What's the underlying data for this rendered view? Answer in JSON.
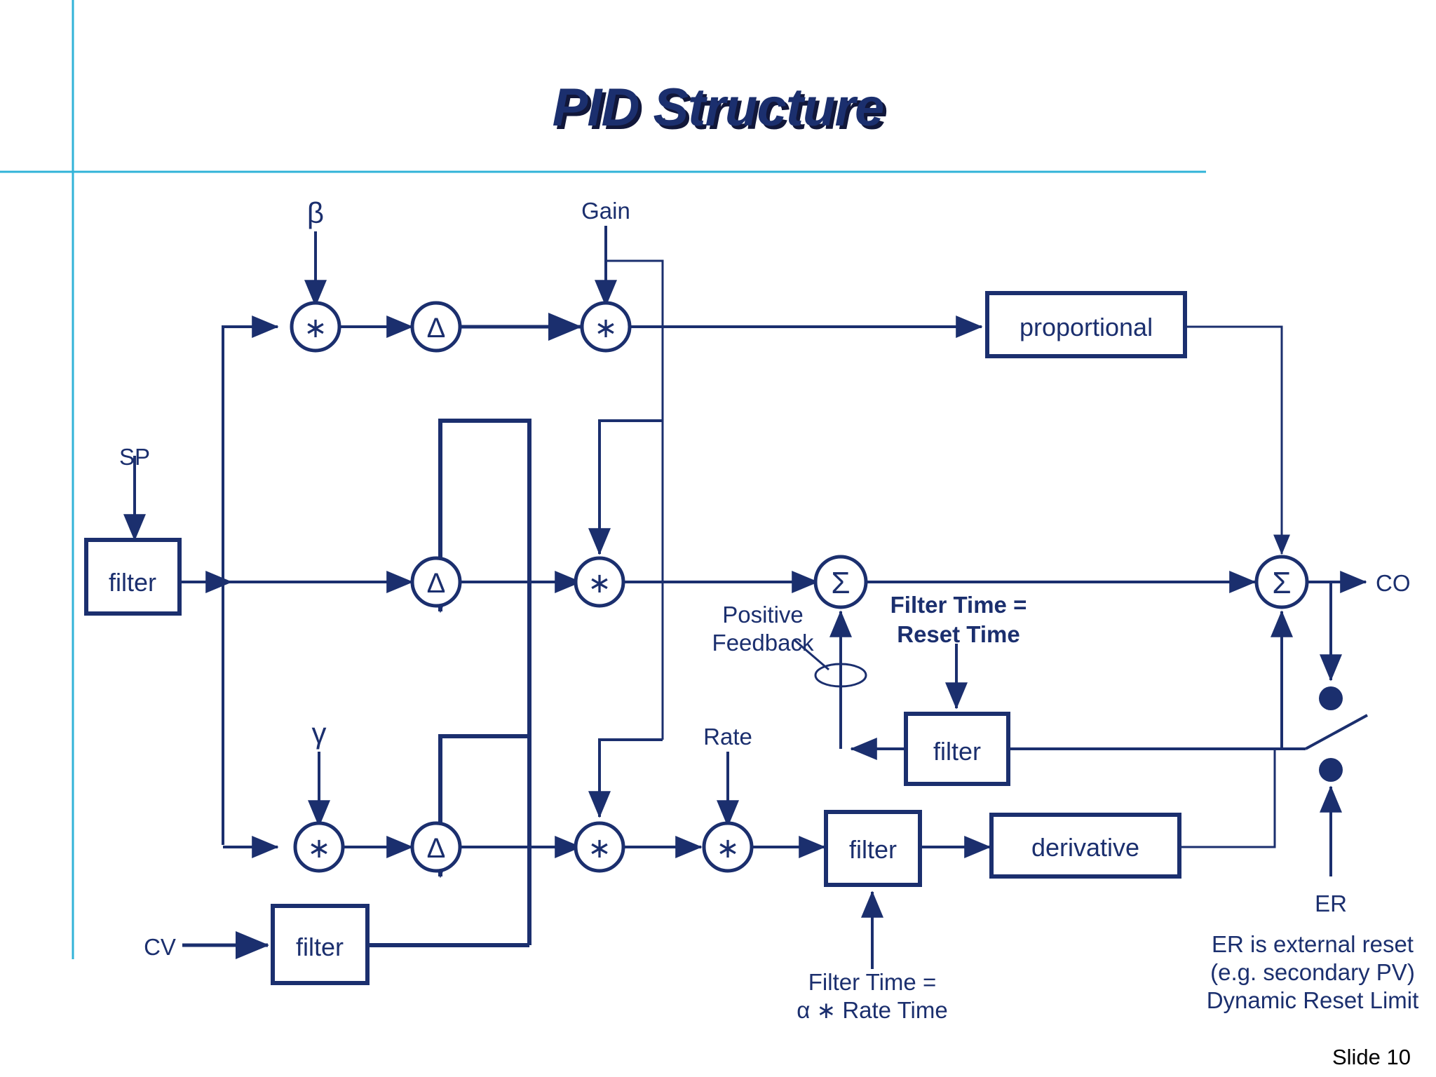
{
  "slide": {
    "title": "PID Structure",
    "slide_number": "Slide 10",
    "accent_color": "#1b2f6e",
    "rule_color": "#31b3d8",
    "background": "#ffffff"
  },
  "diagram": {
    "type": "block-diagram",
    "name": "PID Structure block diagram",
    "inputs": {
      "beta": "β",
      "gamma": "γ",
      "gain": "Gain",
      "rate": "Rate",
      "sp": "SP",
      "cv": "CV"
    },
    "outputs": {
      "co": "CO",
      "er": "ER"
    },
    "blocks": [
      {
        "id": "sp-filter",
        "label": "filter"
      },
      {
        "id": "cv-filter",
        "label": "filter"
      },
      {
        "id": "proportional",
        "label": "proportional"
      },
      {
        "id": "reset-filter",
        "label": "filter"
      },
      {
        "id": "rate-filter",
        "label": "filter"
      },
      {
        "id": "derivative",
        "label": "derivative"
      }
    ],
    "operators": [
      {
        "id": "beta-mult",
        "symbol": "∗",
        "row": "top"
      },
      {
        "id": "top-delta",
        "symbol": "Δ",
        "row": "top"
      },
      {
        "id": "gain-mult-top",
        "symbol": "∗",
        "row": "top"
      },
      {
        "id": "mid-delta",
        "symbol": "Δ",
        "row": "middle"
      },
      {
        "id": "gain-mult-mid",
        "symbol": "∗",
        "row": "middle"
      },
      {
        "id": "sum-integral",
        "symbol": "Σ",
        "row": "middle"
      },
      {
        "id": "sum-output",
        "symbol": "Σ",
        "row": "middle"
      },
      {
        "id": "gamma-mult",
        "symbol": "∗",
        "row": "bottom"
      },
      {
        "id": "bot-delta",
        "symbol": "Δ",
        "row": "bottom"
      },
      {
        "id": "gain-mult-bot",
        "symbol": "∗",
        "row": "bottom"
      },
      {
        "id": "rate-mult",
        "symbol": "∗",
        "row": "bottom"
      }
    ],
    "annotations": {
      "positive_feedback_line1": "Positive",
      "positive_feedback_line2": "Feedback",
      "filter_reset_line1": "Filter Time =",
      "filter_reset_line2": "Reset Time",
      "filter_rate_line1": "Filter Time =",
      "filter_rate_line2": "α ∗ Rate Time",
      "er_note_line1": "ER is external reset",
      "er_note_line2": "(e.g. secondary PV)",
      "er_note_line3": "Dynamic Reset Limit"
    }
  }
}
